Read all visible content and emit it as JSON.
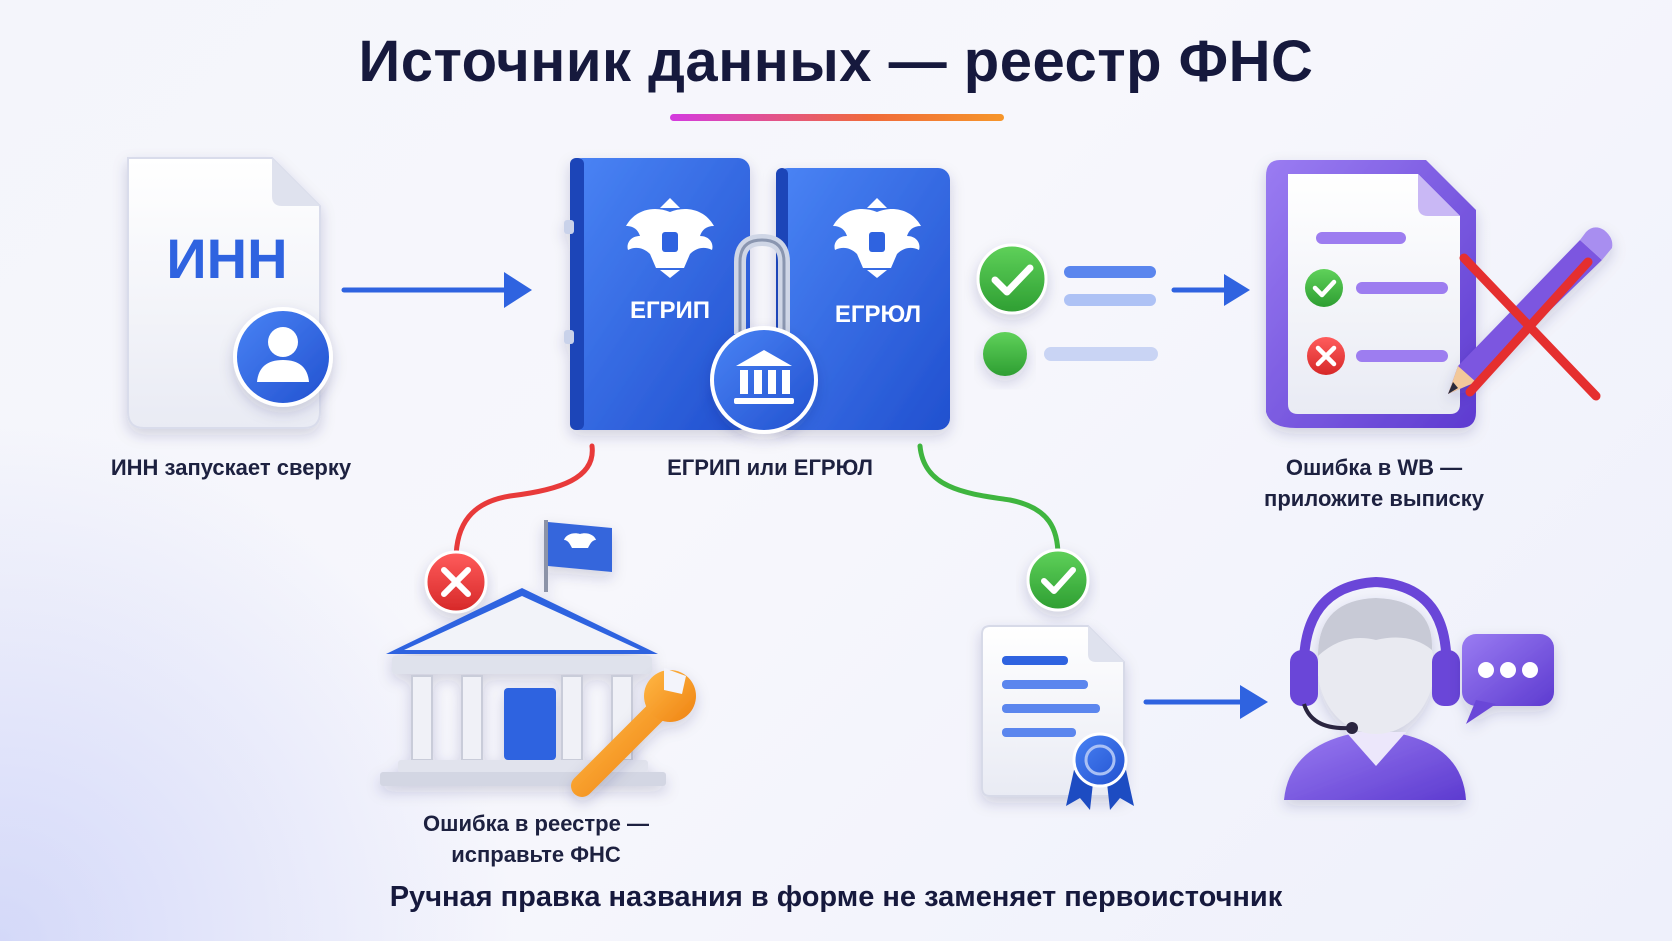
{
  "title": "Источник данных — реестр ФНС",
  "nodes": {
    "inn": {
      "doc_label": "ИНН",
      "caption": "ИНН запускает сверку"
    },
    "registry": {
      "book1_label": "ЕГРИП",
      "book2_label": "ЕГРЮЛ",
      "caption": "ЕГРИП или ЕГРЮЛ"
    },
    "wb_error": {
      "caption_line1": "Ошибка в WB —",
      "caption_line2": "приложите выписку"
    },
    "registry_error": {
      "caption_line1": "Ошибка в реестре —",
      "caption_line2": "исправьте ФНС"
    }
  },
  "footer": "Ручная правка названия в форме не заменяет первоисточник",
  "colors": {
    "title": "#16193d",
    "blue": "#2f63e0",
    "green": "#3fb53f",
    "red": "#e83a3a",
    "purple": "#7b57e0",
    "orange": "#f59a23",
    "underline_start": "#d43ae0",
    "underline_end": "#f6962a"
  },
  "icons": [
    "document-icon",
    "person-icon",
    "book-icon",
    "emblem-icon",
    "padlock-icon",
    "bank-icon",
    "check-icon",
    "cross-icon",
    "checklist-icon",
    "pencil-icon",
    "government-building-icon",
    "flag-icon",
    "wrench-icon",
    "certificate-icon",
    "ribbon-seal-icon",
    "support-agent-icon",
    "headset-icon",
    "chat-bubble-icon"
  ]
}
